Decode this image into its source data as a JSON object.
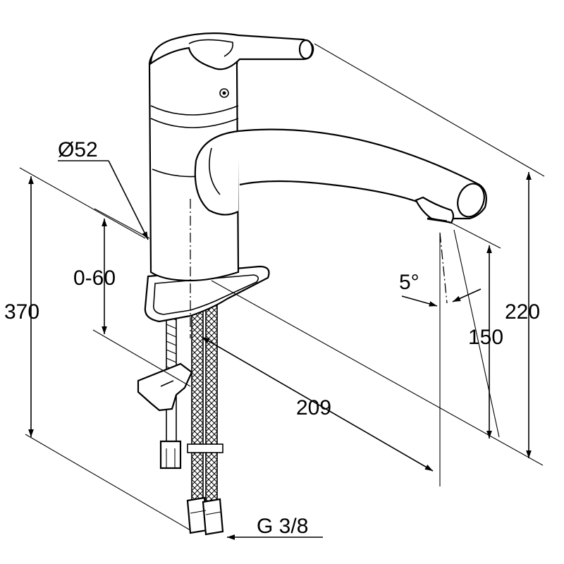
{
  "labels": {
    "diameter": "Ø52",
    "deck_range": "0-60",
    "total_height": "370",
    "spout_angle": "5°",
    "outlet_height": "150",
    "body_height": "220",
    "spout_reach": "209",
    "connection": "G 3/8"
  },
  "colors": {
    "line": "#000000",
    "background": "#ffffff"
  }
}
